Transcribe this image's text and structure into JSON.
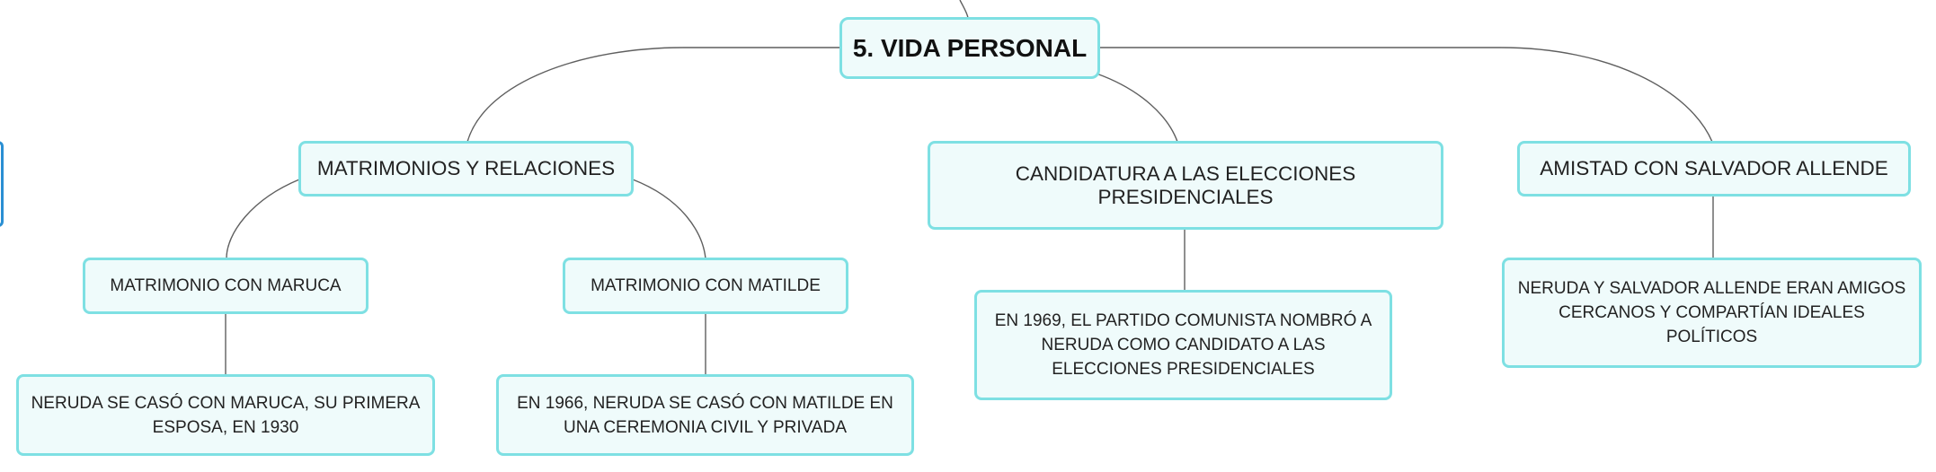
{
  "root": {
    "label": "5. VIDA PERSONAL"
  },
  "branches": [
    {
      "label": "MATRIMONIOS Y RELACIONES",
      "children": [
        {
          "label": "MATRIMONIO CON MARUCA",
          "detail": "NERUDA SE CASÓ CON MARUCA, SU PRIMERA ESPOSA, EN 1930"
        },
        {
          "label": "MATRIMONIO CON MATILDE",
          "detail": "EN 1966, NERUDA SE CASÓ CON MATILDE EN UNA CEREMONIA CIVIL Y PRIVADA"
        }
      ]
    },
    {
      "label": "CANDIDATURA A LAS ELECCIONES PRESIDENCIALES",
      "detail": "EN 1969, EL PARTIDO COMUNISTA NOMBRÓ A NERUDA COMO CANDIDATO A LAS ELECCIONES PRESIDENCIALES"
    },
    {
      "label": "AMISTAD CON SALVADOR ALLENDE",
      "detail": "NERUDA Y SALVADOR ALLENDE ERAN AMIGOS CERCANOS Y COMPARTÍAN IDEALES POLÍTICOS"
    }
  ],
  "colors": {
    "node_fill": "#effbfb",
    "node_border": "#7ee0e3",
    "connector": "#5f5f5f",
    "offscreen_node_border": "#2a8fd3"
  }
}
